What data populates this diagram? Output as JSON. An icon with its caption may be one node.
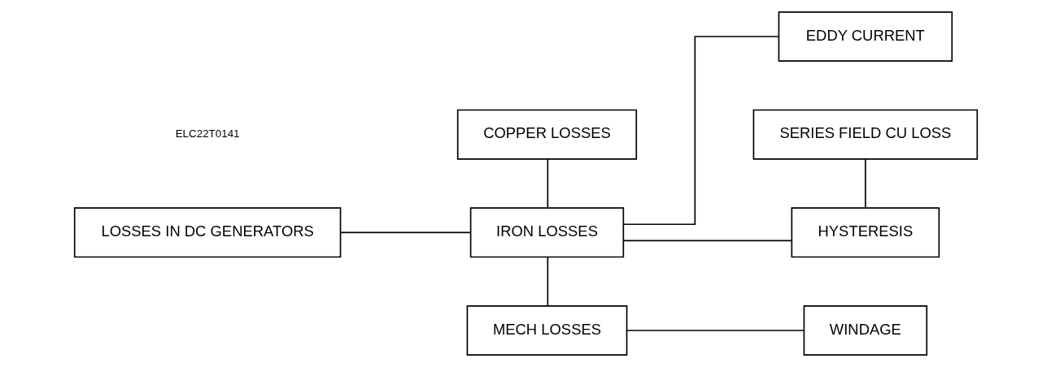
{
  "diagram": {
    "nodes": [
      {
        "text": [
          "LOSSES IN DC GENERATORS"
        ]
      },
      {
        "text": [
          "COPPER LOSSES"
        ]
      },
      {
        "text": [
          "SERIES FIELD CU LOSS"
        ]
      },
      {
        "text": [
          "IRON LOSSES"
        ]
      },
      {
        "text": [
          "HYSTERESIS"
        ]
      },
      {
        "text": [
          "EDDY CURRENT"
        ]
      },
      {
        "text": [
          "MECH LOSSES"
        ]
      },
      {
        "text": [
          "WINDAGE"
        ]
      }
    ],
    "edges": [
      {
        "from": 0,
        "to": 3,
        "arrow": "none"
      },
      {
        "from": 1,
        "to": 3,
        "arrow": "none"
      },
      {
        "from": 2,
        "to": 4,
        "arrow": "none"
      },
      {
        "from": 3,
        "to": 4,
        "arrow": "none"
      },
      {
        "from": 3,
        "to": 5,
        "arrow": "none"
      },
      {
        "from": 3,
        "to": 6,
        "arrow": "none"
      },
      {
        "from": 6,
        "to": 7,
        "arrow": "none"
      }
    ],
    "labels": [
      "ELC22T0141"
    ]
  }
}
